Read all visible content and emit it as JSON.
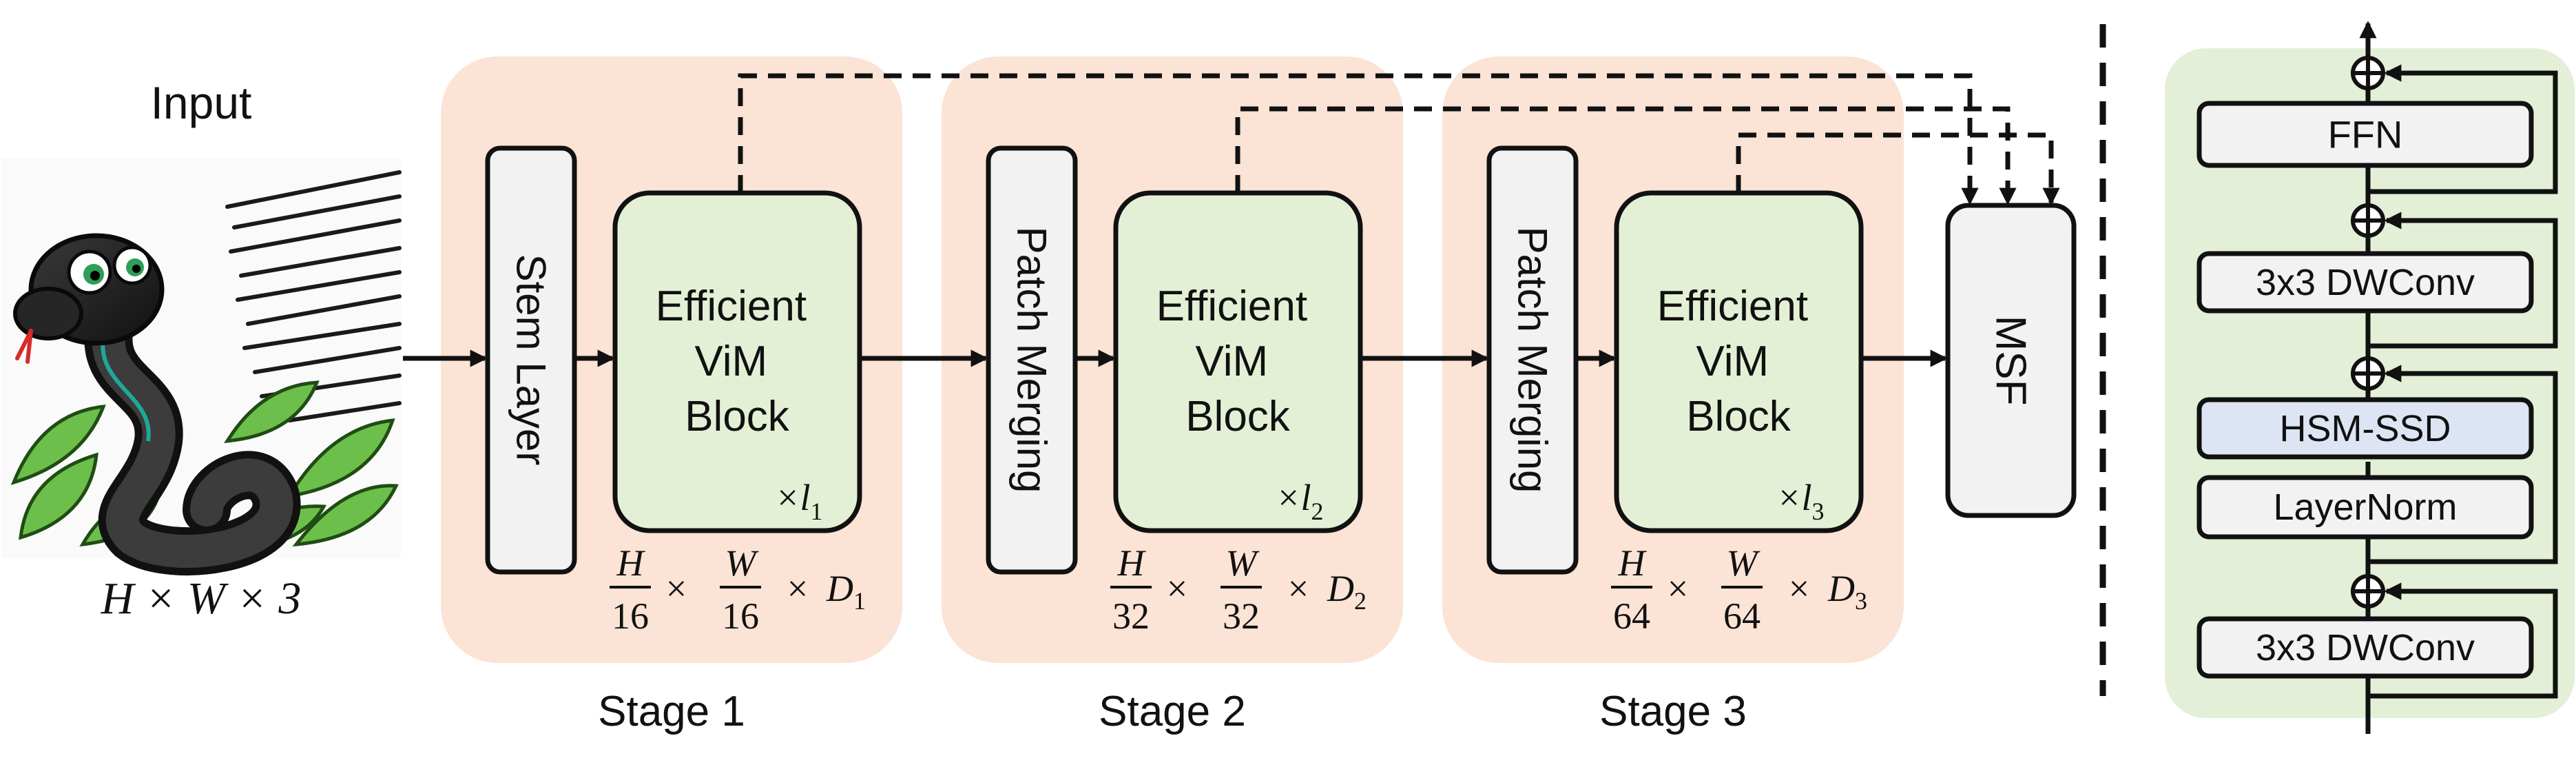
{
  "input": {
    "title": "Input",
    "dims": "H × W × 3"
  },
  "stages": [
    {
      "label": "Stage 1",
      "first_block": "Stem Layer",
      "vim_lines": [
        "Efficient",
        "ViM",
        "Block"
      ],
      "repeat": "×l",
      "repeat_sub": "1",
      "res_h_num": "H",
      "res_h_den": "16",
      "res_w_num": "W",
      "res_w_den": "16",
      "res_d": "D",
      "res_d_sub": "1"
    },
    {
      "label": "Stage 2",
      "first_block": "Patch Merging",
      "vim_lines": [
        "Efficient",
        "ViM",
        "Block"
      ],
      "repeat": "×l",
      "repeat_sub": "2",
      "res_h_num": "H",
      "res_h_den": "32",
      "res_w_num": "W",
      "res_w_den": "32",
      "res_d": "D",
      "res_d_sub": "2"
    },
    {
      "label": "Stage 3",
      "first_block": "Patch Merging",
      "vim_lines": [
        "Efficient",
        "ViM",
        "Block"
      ],
      "repeat": "×l",
      "repeat_sub": "3",
      "res_h_num": "H",
      "res_h_den": "64",
      "res_w_num": "W",
      "res_w_den": "64",
      "res_d": "D",
      "res_d_sub": "3"
    }
  ],
  "msf": {
    "label": "MSF"
  },
  "block_detail": {
    "ffn": "FFN",
    "dwconv_top": "3x3 DWConv",
    "hsm": "HSM-SSD",
    "layernorm": "LayerNorm",
    "dwconv_bottom": "3x3 DWConv"
  },
  "colors": {
    "stage_bg": "#fbe3d5",
    "vim_fill": "#e3f0d5",
    "panel_bg": "#e3efd6",
    "hsm_fill": "#dde4f3",
    "gray_fill": "#f2f2f2",
    "stroke": "#111111"
  }
}
